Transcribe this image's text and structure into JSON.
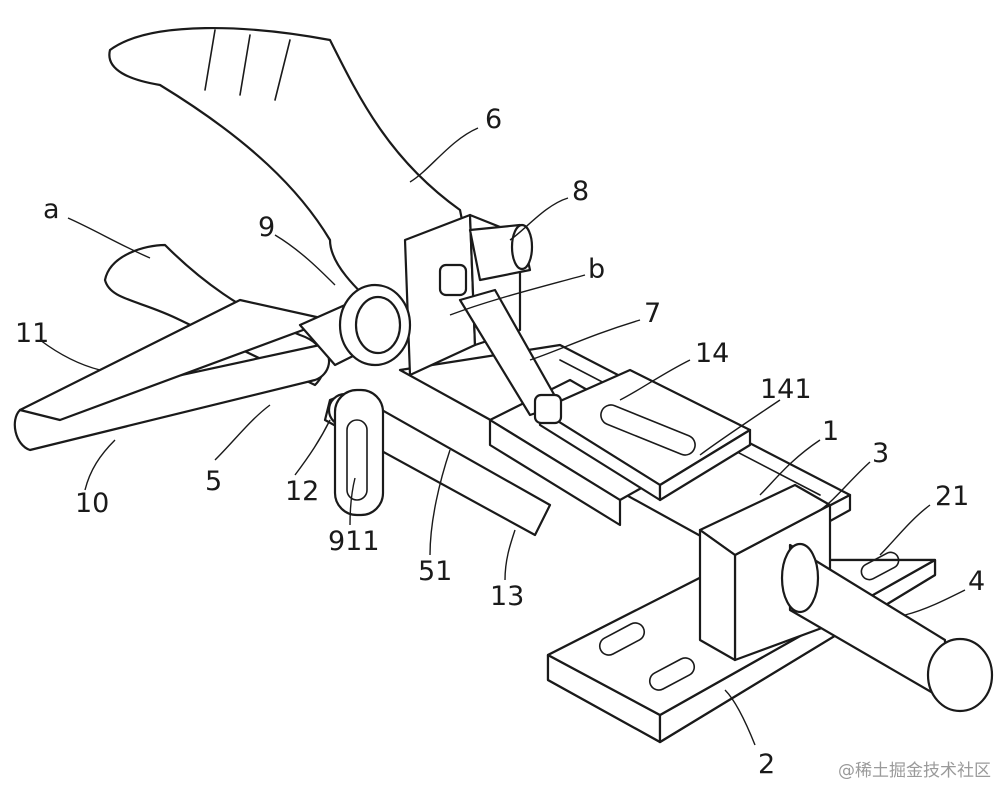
{
  "labels": {
    "l6": "6",
    "l8": "8",
    "la": "a",
    "l9": "9",
    "lb": "b",
    "l7": "7",
    "l11": "11",
    "l14": "14",
    "l141": "141",
    "l1": "1",
    "l3": "3",
    "l21": "21",
    "l5": "5",
    "l12": "12",
    "l10": "10",
    "l911": "911",
    "l51": "51",
    "l13": "13",
    "l4": "4",
    "l2": "2"
  },
  "watermark": "@稀土掘金技术社区"
}
